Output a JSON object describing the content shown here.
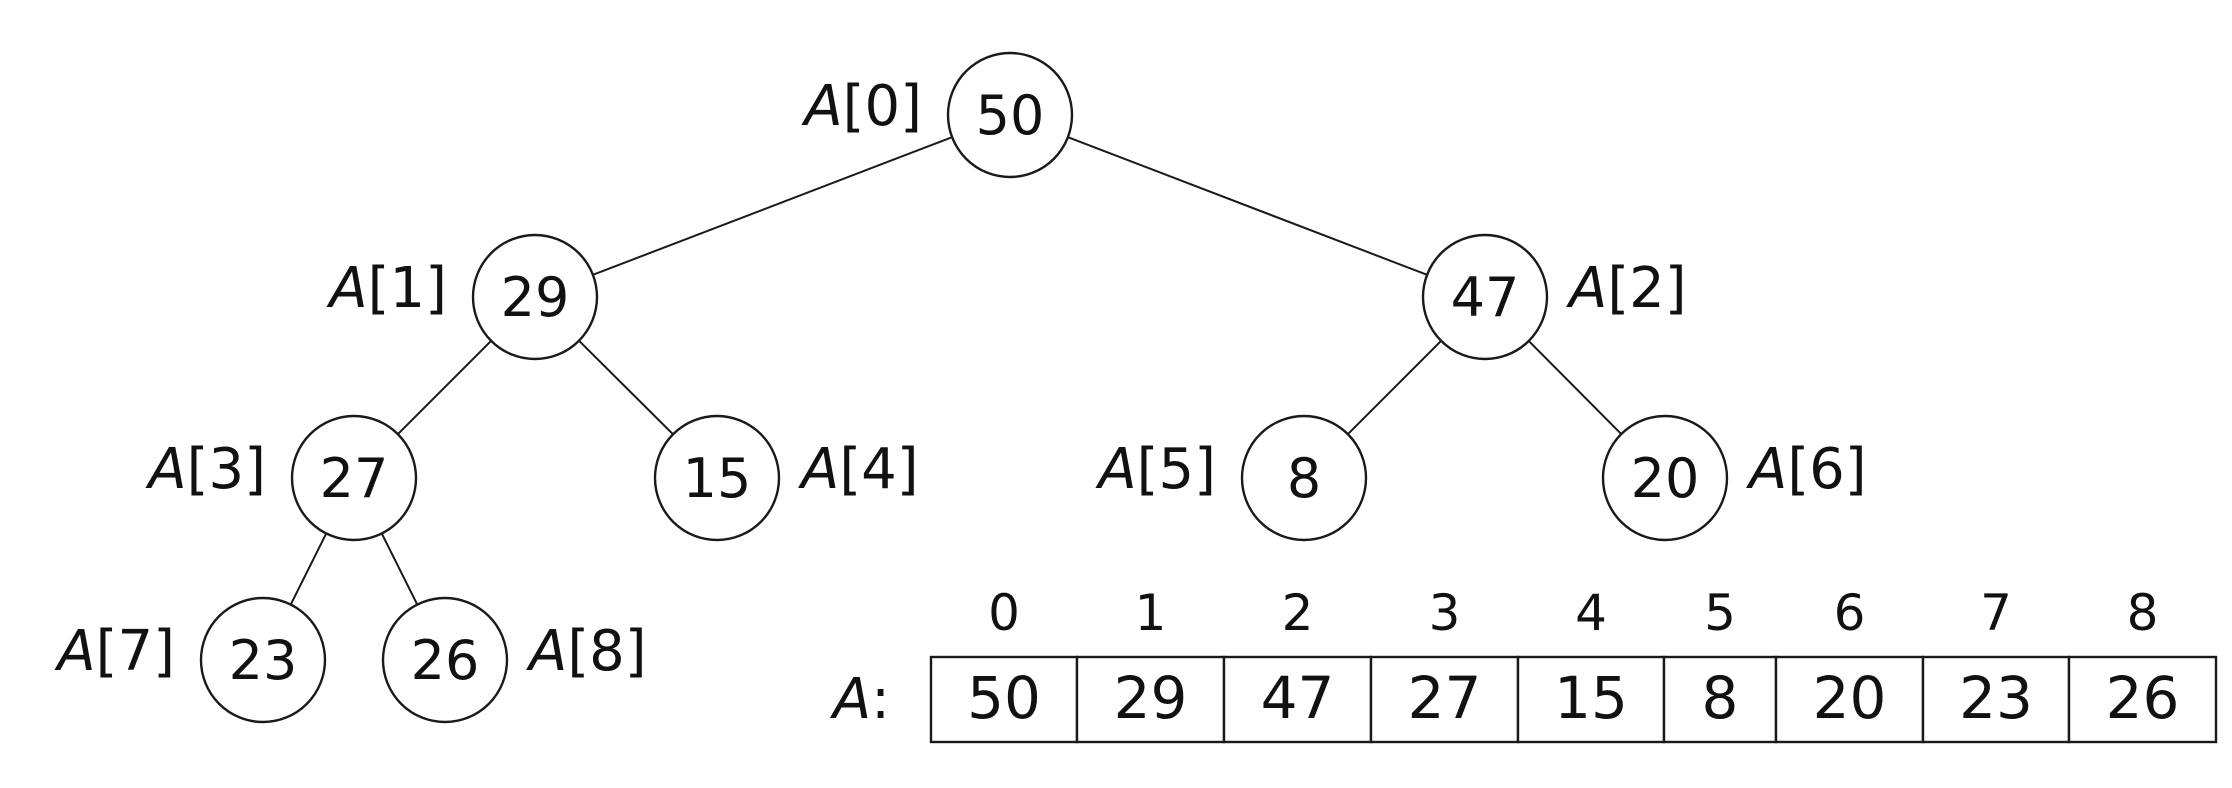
{
  "array_name": "A",
  "array_separator": ":",
  "nodes": [
    {
      "index": 0,
      "index_text": "0",
      "value": "50"
    },
    {
      "index": 1,
      "index_text": "1",
      "value": "29"
    },
    {
      "index": 2,
      "index_text": "2",
      "value": "47"
    },
    {
      "index": 3,
      "index_text": "3",
      "value": "27"
    },
    {
      "index": 4,
      "index_text": "4",
      "value": "15"
    },
    {
      "index": 5,
      "index_text": "5",
      "value": "8"
    },
    {
      "index": 6,
      "index_text": "6",
      "value": "20"
    },
    {
      "index": 7,
      "index_text": "7",
      "value": "23"
    },
    {
      "index": 8,
      "index_text": "8",
      "value": "26"
    }
  ],
  "edges": [
    [
      0,
      1
    ],
    [
      0,
      2
    ],
    [
      1,
      3
    ],
    [
      1,
      4
    ],
    [
      2,
      5
    ],
    [
      2,
      6
    ],
    [
      3,
      7
    ],
    [
      3,
      8
    ]
  ]
}
